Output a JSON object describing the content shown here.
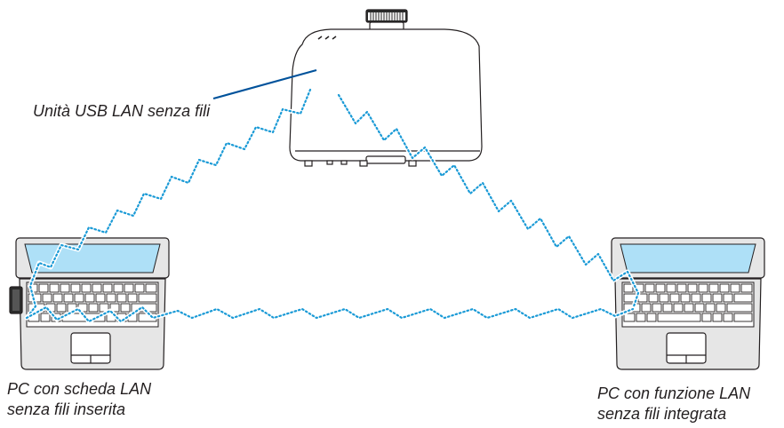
{
  "labels": {
    "usb_unit": "Unità USB LAN senza fili",
    "pc_left_line1": "PC con scheda LAN",
    "pc_left_line2": "senza fili inserita",
    "pc_right_line1": "PC con funzione LAN",
    "pc_right_line2": "senza fili integrata"
  },
  "colors": {
    "wireless_signal": "#1a9ad6",
    "screen": "#aee0f7",
    "leader_line": "#00529b",
    "outline": "#231f20"
  },
  "icons": [
    "projector-icon",
    "laptop-icon",
    "usb-lan-adapter-icon",
    "wireless-signal-icon"
  ]
}
